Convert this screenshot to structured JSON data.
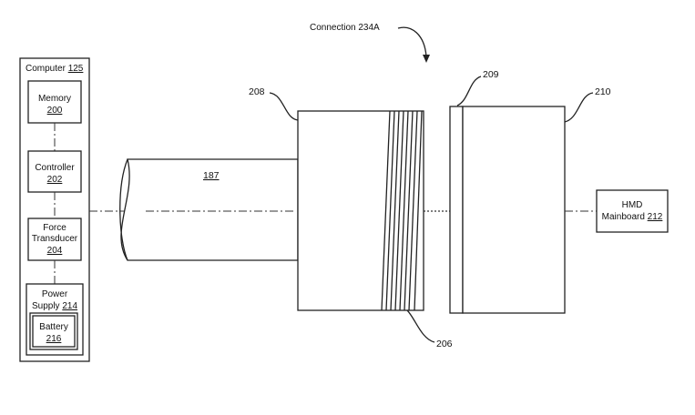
{
  "connection": {
    "label": "Connection 234A"
  },
  "computer": {
    "title_text": "Computer ",
    "title_ref": "125",
    "memory": {
      "label": "Memory",
      "ref": "200"
    },
    "controller": {
      "label": "Controller",
      "ref": "202"
    },
    "force_transducer": {
      "label_line1": "Force",
      "label_line2": "Transducer",
      "ref": "204"
    },
    "power_supply": {
      "label_line1": "Power",
      "label_line2": "Supply ",
      "ref": "214"
    },
    "battery": {
      "label": "Battery",
      "ref": "216"
    }
  },
  "cable": {
    "ref": "187"
  },
  "refs": {
    "connector_body": "208",
    "plug": "206",
    "plate": "209",
    "receptacle": "210"
  },
  "hmd": {
    "label_line1": "HMD",
    "label_line2": "Mainboard ",
    "ref": "212"
  }
}
